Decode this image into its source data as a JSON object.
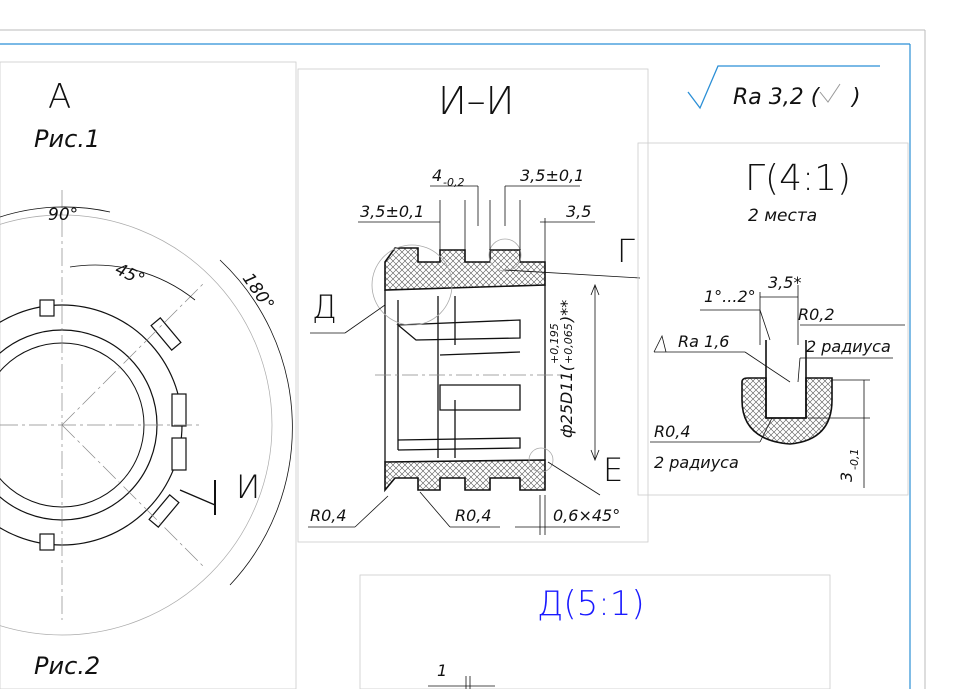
{
  "colors": {
    "line": "#111111",
    "frame": "#2b8fd6",
    "view_title": "#1a1aff",
    "thin": "#999999",
    "hatch": "#444444"
  },
  "surface": {
    "main": "Ra 3,2 (",
    "tail": ")"
  },
  "view_a": {
    "title": "А",
    "fig1": "Рис.1",
    "fig2": "Рис.2",
    "a90": "90°",
    "a45": "45°",
    "a180": "180°",
    "section_mark": "И"
  },
  "section": {
    "title": "И–И",
    "dim_4": "4",
    "dim_4_tol": "-0,2",
    "dim_35_tol": "3,5±0,1",
    "dim_35_left": "3,5±0,1",
    "dim_35": "3,5",
    "mark_g": "Г",
    "mark_d": "Д",
    "mark_e": "Е",
    "diameter_main": "ф25D11(",
    "diameter_upper": "+0,195",
    "diameter_lower": "+0,065",
    "diameter_tail": ")**",
    "r04_left": "R0,4",
    "r04_mid": "R0,4",
    "chamfer": "0,6×45°"
  },
  "detail_g": {
    "title": "Г(4:1)",
    "subtitle": "2 места",
    "angle": "1°...2°",
    "dim_35": "3,5*",
    "r02": "R0,2",
    "radii_2": "2 радиуса",
    "ra": "Ra 1,6",
    "r04": "R0,4",
    "radii_2b": "2 радиуса",
    "depth": "3",
    "depth_tol": "-0,1"
  },
  "detail_d": {
    "title": "Д(5:1)",
    "dim_1": "1"
  }
}
